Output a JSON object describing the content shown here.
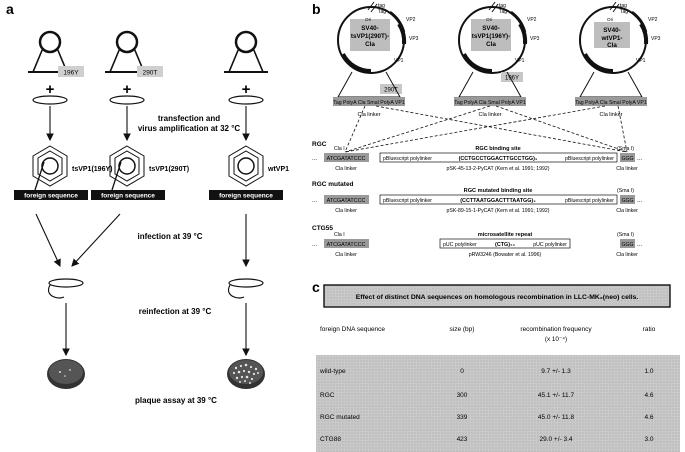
{
  "panel_a": {
    "label": "a",
    "mutants": [
      "196Y",
      "290T"
    ],
    "plus": "+",
    "step1_line1": "transfection and",
    "step1_line2": "virus amplification at 32 °C",
    "virus_labels": [
      "tsVP1(196Y)",
      "tsVP1(290T)",
      "wtVP1"
    ],
    "foreign": "foreign sequence",
    "step2": "infection at 39 °C",
    "step3": "reinfection at 39 °C",
    "step4": "plaque assay at 39 °C"
  },
  "panel_b": {
    "label": "b",
    "plasmids": [
      {
        "name1": "SV40-",
        "name2": "tsVP1(290T)-",
        "name3": "Cla",
        "mut": "290T"
      },
      {
        "name1": "SV40-",
        "name2": "tsVP1(196Y)-",
        "name3": "Cla",
        "mut": "196Y"
      },
      {
        "name1": "SV40-",
        "name2": "wtVP1-",
        "name3": "Cla",
        "mut": ""
      }
    ],
    "map_labels": {
      "tag": "tag",
      "tag2": "Tag",
      "ori": "Ori",
      "vp2": "VP2",
      "vp3": "VP3",
      "vp1": "VP1"
    },
    "linker_bar": "Tag PolyA Cla Smal PolyA VP1",
    "cla_linker": "Cla linker",
    "rgc": {
      "title": "RGC",
      "cla": "Cla I",
      "seq": "ATCGATATCCC",
      "plasmid": "pBluescript polylinker",
      "site_title": "RGC binding site",
      "site": "(CCTGCCTGGACTTGCCTGG)₃",
      "plasmid2": "pBluescript polylinker",
      "sma": "(Sma I)",
      "ggg": "GGG",
      "linker": "Cla linker",
      "ref": "pSK-45-13-2-PyCAT (Kern et al. 1991; 1992)",
      "dots": "..."
    },
    "rgc_mut": {
      "title": "RGC mutated",
      "seq": "ATCGATATCCC",
      "plasmid": "pBluescript polylinker",
      "site_title": "RGC mutated binding site",
      "site": "(CCTTAATGGACTTTAATGG)₃",
      "plasmid2": "pBluescript polylinker",
      "sma": "(Sma I)",
      "ggg": "GGG",
      "linker": "Cla linker",
      "ref": "pSK-89-15-1-PyCAT (Kern et al. 1991; 1992)"
    },
    "ctg": {
      "title": "CTG55",
      "cla": "Cla I",
      "seq": "ATCGATATCCC",
      "plasmid": "pUC polylinker",
      "site_title": "microsatellite repeat",
      "site": "(CTG)₅₅",
      "plasmid2": "pUC polylinker",
      "sma": "(Sma I)",
      "ggg": "GGG",
      "linker": "Cla linker",
      "ref": "pRW3246 (Bowater et al. 1996)"
    }
  },
  "panel_c": {
    "label": "c",
    "title": "Effect of distinct DNA sequences on homologous recombination in LLC-MK₂(neo) cells.",
    "headers": [
      "foreign DNA sequence",
      "size (bp)",
      "recombination frequency",
      "ratio"
    ],
    "unit": "(x 10⁻⁴)",
    "rows": [
      [
        "wild-type",
        "0",
        "9.7 +/- 1.3",
        "1.0"
      ],
      [
        "RGC",
        "300",
        "45.1 +/- 11.7",
        "4.6"
      ],
      [
        "RGC mutated",
        "339",
        "45.0 +/- 11.8",
        "4.6"
      ],
      [
        "CTG88",
        "423",
        "29.0 +/- 3.4",
        "3.0"
      ]
    ]
  }
}
